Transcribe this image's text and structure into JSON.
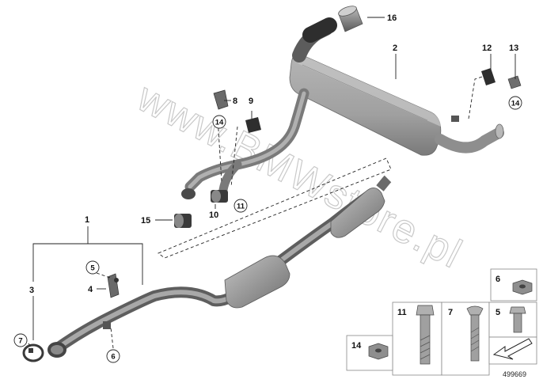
{
  "watermark": "www.BMWstore.pl",
  "reference_number": "499669",
  "callouts": {
    "c1": "1",
    "c2": "2",
    "c3": "3",
    "c4": "4",
    "c5": "5",
    "c6": "6",
    "c7": "7",
    "c8": "8",
    "c9": "9",
    "c10": "10",
    "c11": "11",
    "c12": "12",
    "c13": "13",
    "c14": "14",
    "c15": "15",
    "c16": "16"
  },
  "legend_boxes": {
    "b6": "6",
    "b11": "11",
    "b7": "7",
    "b5": "5",
    "b14": "14"
  },
  "colors": {
    "pipe": "#8e8e8e",
    "pipe_dark": "#5c5c5c",
    "muffler": "#a9a9a9",
    "hanger": "#3a3a3a",
    "box_border": "#888888",
    "watermark": "#c9c9c9"
  }
}
